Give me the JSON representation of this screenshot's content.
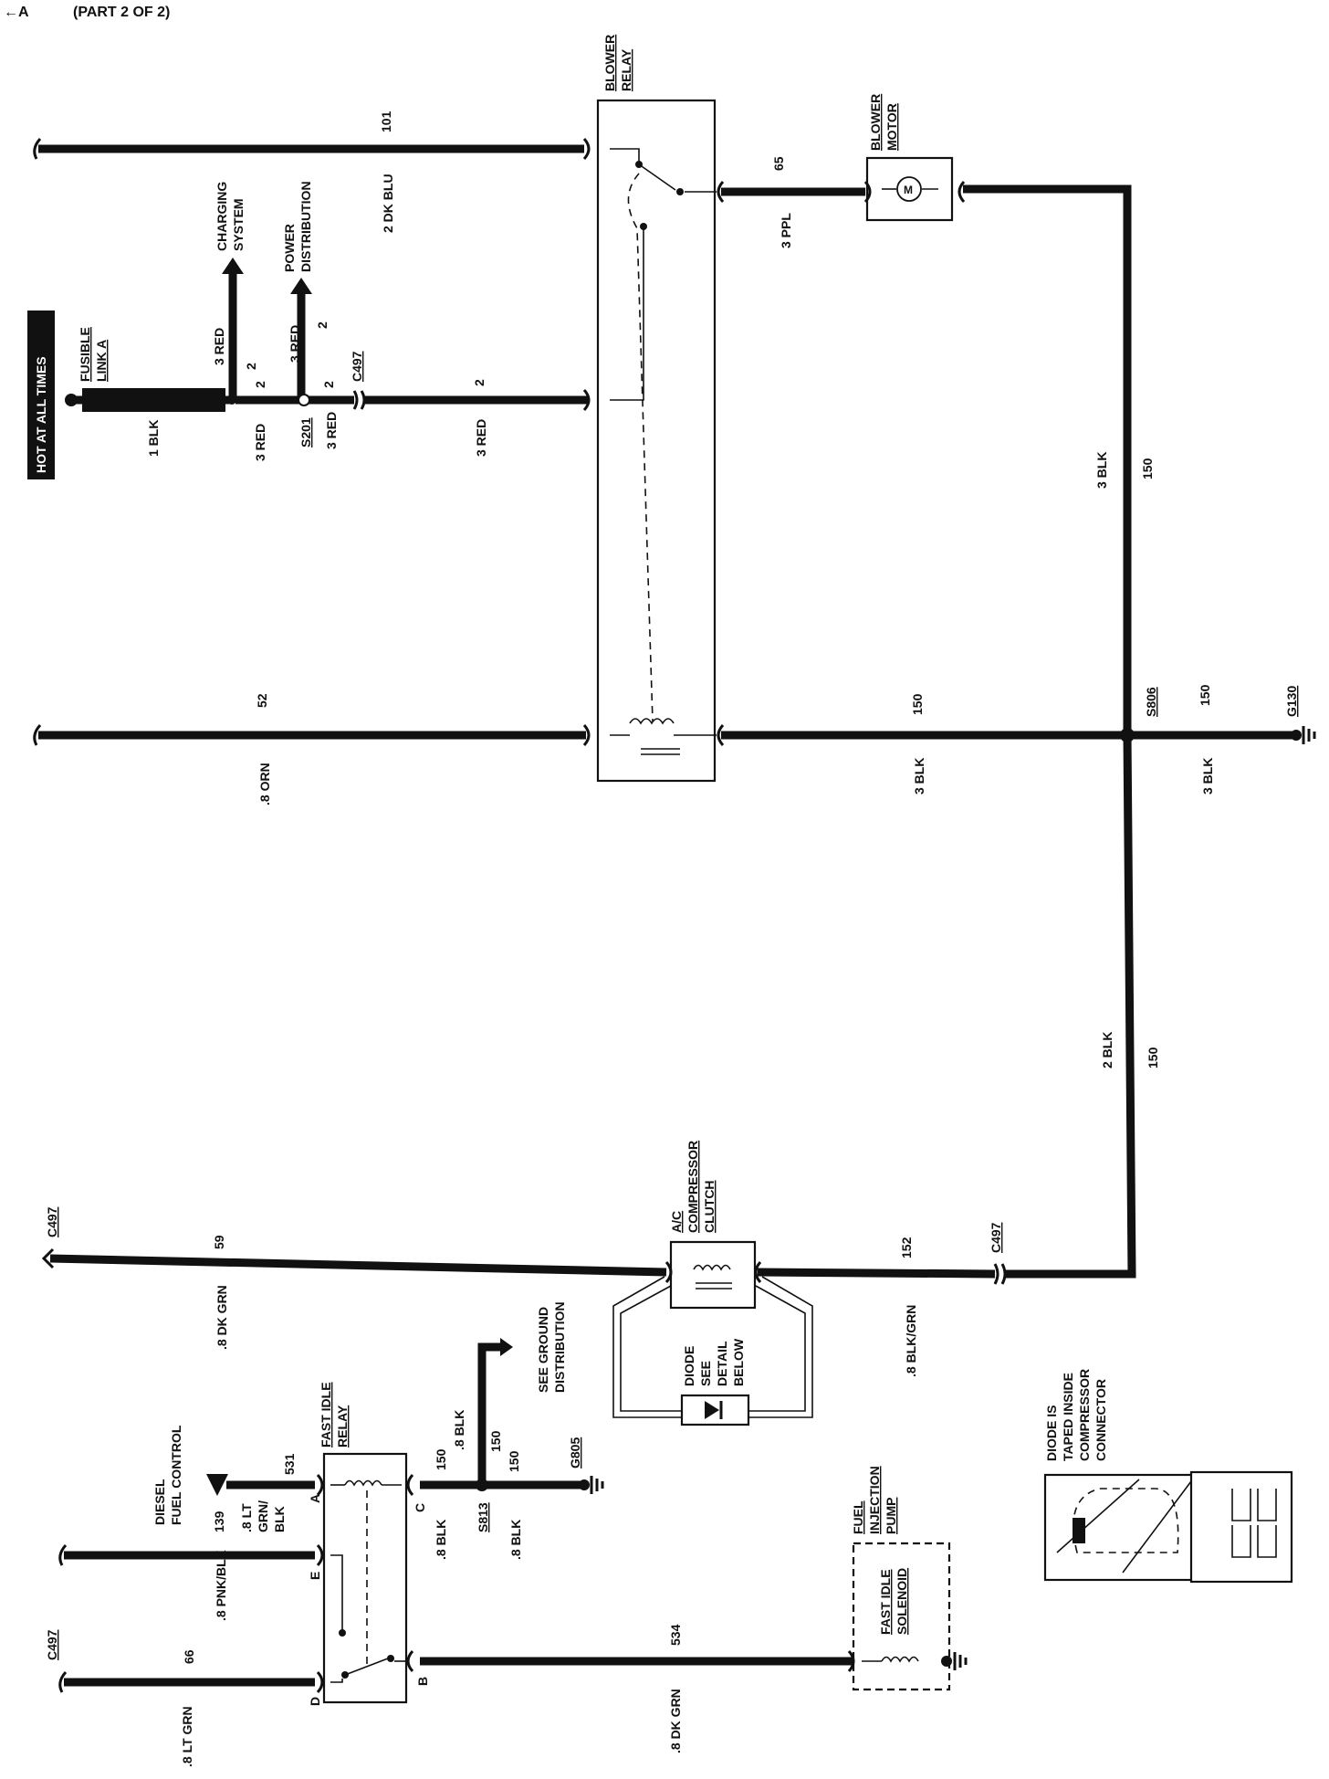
{
  "header": {
    "arrow_label": "←A",
    "part": "(PART 2 OF 2)"
  },
  "hot_badge": "HOT AT ALL TIMES",
  "components": {
    "fusible_link": [
      "FUSIBLE",
      "LINK A"
    ],
    "blower_relay": [
      "BLOWER",
      "RELAY"
    ],
    "blower_motor": [
      "BLOWER",
      "MOTOR"
    ],
    "ac_clutch": [
      "A/C",
      "COMPRESSOR",
      "CLUTCH"
    ],
    "diode": [
      "DIODE",
      "SEE",
      "DETAIL",
      "BELOW"
    ],
    "fast_idle_relay": [
      "FAST IDLE",
      "RELAY"
    ],
    "fuel_pump": [
      "FUEL",
      "INJECTION",
      "PUMP"
    ],
    "fast_idle_solenoid": [
      "FAST IDLE",
      "SOLENOID"
    ],
    "diode_detail": [
      "DIODE IS",
      "TAPED INSIDE",
      "COMPRESSOR",
      "CONNECTOR"
    ],
    "motor_symbol": "M"
  },
  "refs": {
    "charging": [
      "CHARGING",
      "SYSTEM"
    ],
    "power": [
      "POWER",
      "DISTRIBUTION"
    ],
    "ground": [
      "SEE GROUND",
      "DISTRIBUTION"
    ],
    "diesel": [
      "DIESEL",
      "FUEL CONTROL"
    ]
  },
  "connectors": {
    "c497": "C497",
    "s201": "S201",
    "s806": "S806",
    "s813": "S813",
    "g130": "G130",
    "g805": "G805"
  },
  "wires": {
    "w101_circuit": "101",
    "w101_color": "2 DK BLU",
    "w65_circuit": "65",
    "w65_color": "3 PPL",
    "fusible_color": "1 BLK",
    "red_2": "2",
    "red_3": "3 RED",
    "w52_circuit": "52",
    "w52_color": ".8 ORN",
    "w150": "150",
    "blk_3": "3 BLK",
    "blk_2": "2 BLK",
    "w59_circuit": "59",
    "w59_color": ".8 DK GRN",
    "w152_circuit": "152",
    "w152_color": ".8 BLK/GRN",
    "w531": "531",
    "w531_color": [
      ".8 LT",
      "GRN/",
      "BLK"
    ],
    "w139": "139",
    "w139_color": ".8 PNK/BLK",
    "w66": "66",
    "w66_color": ".8 LT GRN",
    "w534": "534",
    "w534_color": ".8 DK GRN",
    "blk_08": ".8 BLK"
  },
  "pins": {
    "a": "A",
    "b": "B",
    "c": "C",
    "d": "D",
    "e": "E"
  }
}
